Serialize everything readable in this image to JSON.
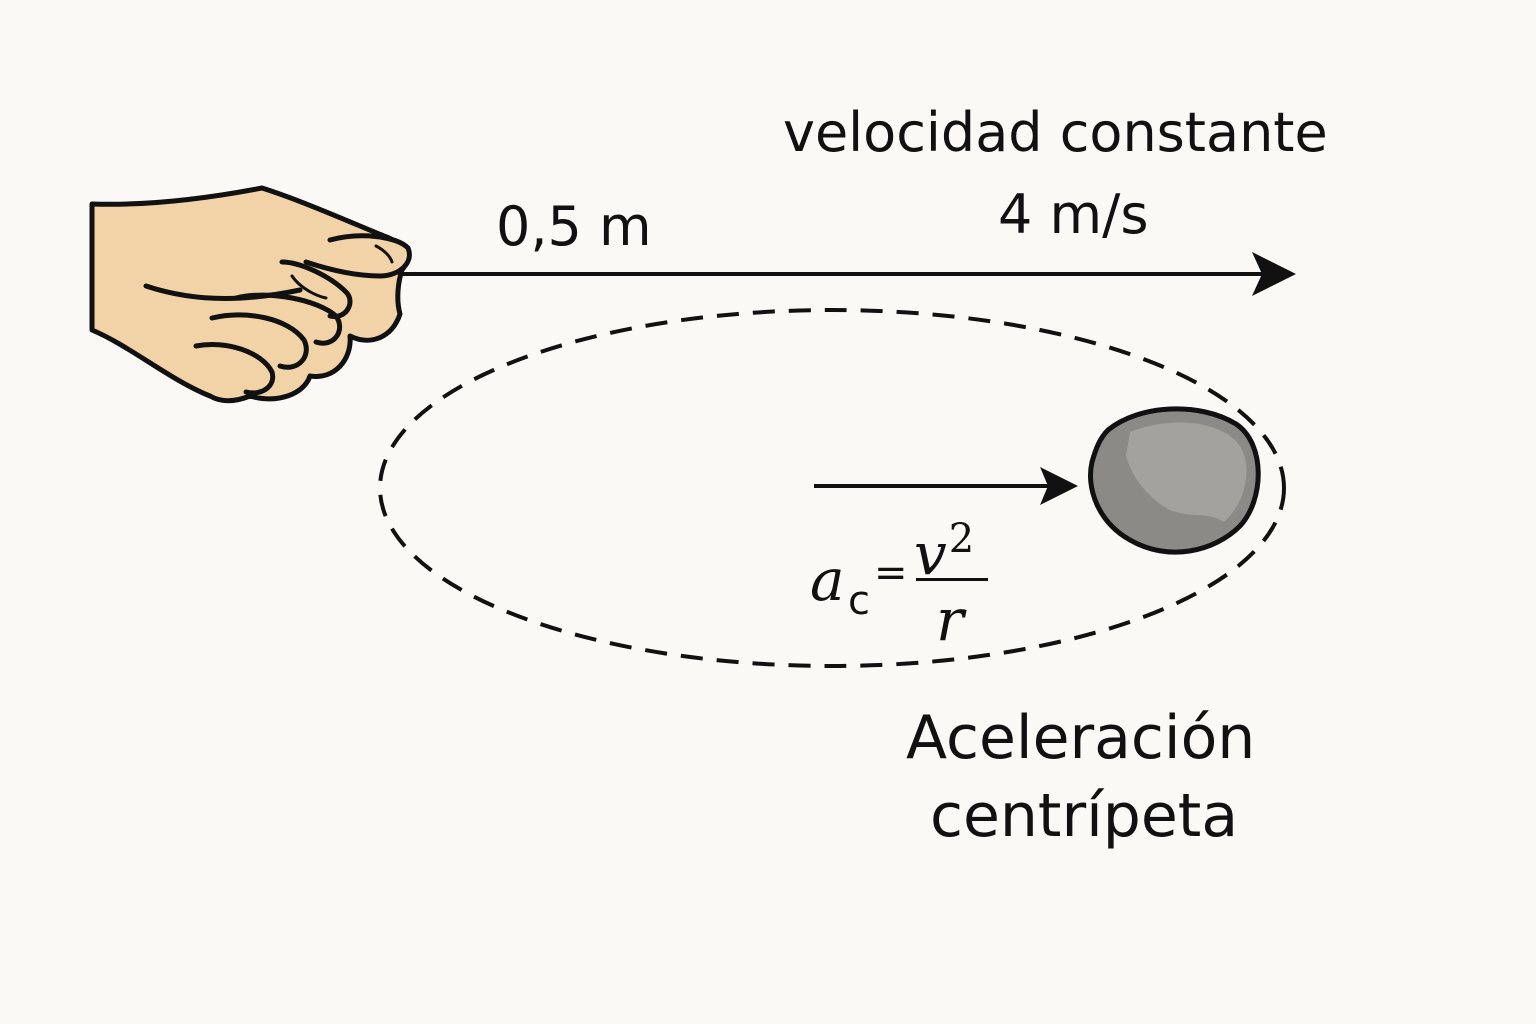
{
  "labels": {
    "velocity_title": "velocidad constante",
    "speed": "4 m/s",
    "radius": "0,5 m",
    "acceleration_line1": "Aceleración",
    "acceleration_line2": "centrípeta"
  },
  "formula": {
    "lhs": "a",
    "lhs_subscript": "c",
    "equals": "=",
    "numerator": "v",
    "numerator_exponent": "2",
    "denominator": "r"
  },
  "colors": {
    "background": "#fbf9f5",
    "skin": "#f2d3a8",
    "stone": "#8c8a87",
    "stone_highlight": "#a4a29e",
    "ink": "#111111"
  }
}
